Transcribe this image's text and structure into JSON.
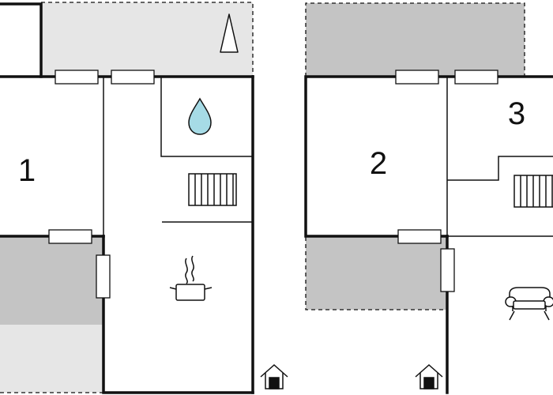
{
  "rooms": {
    "room_1": "1",
    "room_2": "2",
    "room_3": "3"
  },
  "icons": {
    "water": "water-drop-icon",
    "radiator": "radiator-icon",
    "kitchen": "cooking-pot-icon",
    "sofa": "sofa-icon",
    "entrance": "entrance-house-icon",
    "tree": "tree-icon"
  },
  "colors": {
    "walls": "#111111",
    "terrace_light": "#e6e6e6",
    "terrace_dark": "#c4c4c4",
    "water": "#a6dbe6"
  }
}
